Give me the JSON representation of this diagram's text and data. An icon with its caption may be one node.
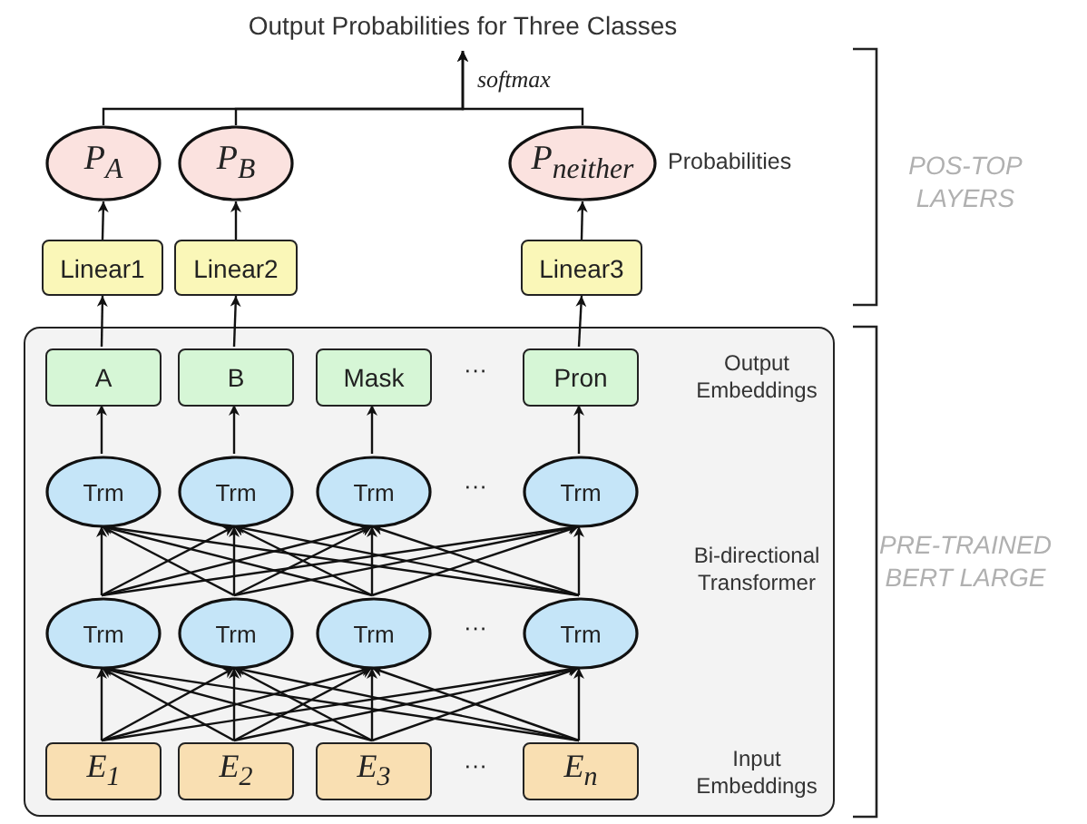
{
  "diagram": {
    "nodes": [
      {
        "text": [
          "Output Probabilities for Three Classes"
        ]
      },
      {
        "text": [
          "P$_{A}$"
        ]
      },
      {
        "text": [
          "P$_{B}$"
        ]
      },
      {
        "text": [
          "P$_{neither}$"
        ]
      },
      {
        "text": [
          "Linear1"
        ]
      },
      {
        "text": [
          "Linear2"
        ]
      },
      {
        "text": [
          "Linear3"
        ]
      },
      {
        "text": [
          "Output Embeddings",
          "Bi-directional Transformer",
          "Input Embeddings"
        ]
      },
      {
        "text": [
          "A"
        ],
        "in": 7
      },
      {
        "text": [
          "B"
        ],
        "in": 7
      },
      {
        "text": [
          "Mask"
        ],
        "in": 7
      },
      {
        "text": [
          "Pron"
        ],
        "in": 7
      },
      {
        "text": [
          "Trm"
        ],
        "in": 7
      },
      {
        "text": [
          "Trm"
        ],
        "in": 7
      },
      {
        "text": [
          "Trm"
        ],
        "in": 7
      },
      {
        "text": [
          "Trm"
        ],
        "in": 7
      },
      {
        "text": [
          "Trm"
        ],
        "in": 7
      },
      {
        "text": [
          "Trm"
        ],
        "in": 7
      },
      {
        "text": [
          "Trm"
        ],
        "in": 7
      },
      {
        "text": [
          "Trm"
        ],
        "in": 7
      },
      {
        "text": [
          "E$_{1}$"
        ],
        "in": 7
      },
      {
        "text": [
          "E$_{2}$"
        ],
        "in": 7
      },
      {
        "text": [
          "E$_{3}$"
        ],
        "in": 7
      },
      {
        "text": [
          "E$_{n}$"
        ],
        "in": 7
      }
    ],
    "edges": [
      {
        "from": 1,
        "to": 0,
        "arrow": "to",
        "label": "softmax"
      },
      {
        "from": 2,
        "to": 0,
        "arrow": "to"
      },
      {
        "from": 3,
        "to": 0,
        "arrow": "to"
      },
      {
        "from": 4,
        "to": 1,
        "arrow": "to"
      },
      {
        "from": 5,
        "to": 2,
        "arrow": "to"
      },
      {
        "from": 6,
        "to": 3,
        "arrow": "to"
      },
      {
        "from": 8,
        "to": 4,
        "arrow": "to"
      },
      {
        "from": 9,
        "to": 5,
        "arrow": "to"
      },
      {
        "from": 11,
        "to": 6,
        "arrow": "to"
      },
      {
        "from": 12,
        "to": 8,
        "arrow": "to"
      },
      {
        "from": 13,
        "to": 9,
        "arrow": "to"
      },
      {
        "from": 14,
        "to": 10,
        "arrow": "to"
      },
      {
        "from": 15,
        "to": 11,
        "arrow": "to"
      },
      {
        "from": 16,
        "to": 12,
        "arrow": "to"
      },
      {
        "from": 16,
        "to": 13,
        "arrow": "to"
      },
      {
        "from": 16,
        "to": 14,
        "arrow": "to"
      },
      {
        "from": 16,
        "to": 15,
        "arrow": "to"
      },
      {
        "from": 17,
        "to": 12,
        "arrow": "to"
      },
      {
        "from": 17,
        "to": 13,
        "arrow": "to"
      },
      {
        "from": 17,
        "to": 14,
        "arrow": "to"
      },
      {
        "from": 17,
        "to": 15,
        "arrow": "to"
      },
      {
        "from": 18,
        "to": 12,
        "arrow": "to"
      },
      {
        "from": 18,
        "to": 13,
        "arrow": "to"
      },
      {
        "from": 18,
        "to": 14,
        "arrow": "to"
      },
      {
        "from": 18,
        "to": 15,
        "arrow": "to"
      },
      {
        "from": 19,
        "to": 12,
        "arrow": "to"
      },
      {
        "from": 19,
        "to": 13,
        "arrow": "to"
      },
      {
        "from": 19,
        "to": 14,
        "arrow": "to"
      },
      {
        "from": 19,
        "to": 15,
        "arrow": "to"
      },
      {
        "from": 20,
        "to": 16,
        "arrow": "to"
      },
      {
        "from": 20,
        "to": 17,
        "arrow": "to"
      },
      {
        "from": 20,
        "to": 18,
        "arrow": "to"
      },
      {
        "from": 20,
        "to": 19,
        "arrow": "to"
      },
      {
        "from": 21,
        "to": 16,
        "arrow": "to"
      },
      {
        "from": 21,
        "to": 17,
        "arrow": "to"
      },
      {
        "from": 21,
        "to": 18,
        "arrow": "to"
      },
      {
        "from": 21,
        "to": 19,
        "arrow": "to"
      },
      {
        "from": 22,
        "to": 16,
        "arrow": "to"
      },
      {
        "from": 22,
        "to": 17,
        "arrow": "to"
      },
      {
        "from": 22,
        "to": 18,
        "arrow": "to"
      },
      {
        "from": 22,
        "to": 19,
        "arrow": "to"
      },
      {
        "from": 23,
        "to": 16,
        "arrow": "to"
      },
      {
        "from": 23,
        "to": 17,
        "arrow": "to"
      },
      {
        "from": 23,
        "to": 18,
        "arrow": "to"
      },
      {
        "from": 23,
        "to": 19,
        "arrow": "to"
      }
    ],
    "labels": [
      "Probabilities",
      "POS-TOP LAYERS",
      "···",
      "···",
      "PRE-TRAINED BERT LARGE",
      "···",
      "···"
    ]
  }
}
